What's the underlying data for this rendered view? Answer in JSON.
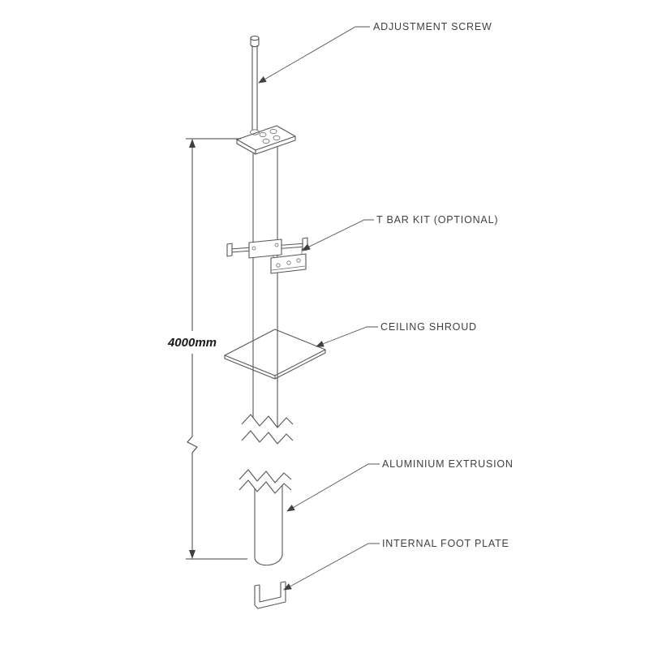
{
  "page": {
    "background": "#ffffff"
  },
  "diagram": {
    "type": "isometric-assembly-diagram",
    "subject": "ceiling-pole-assembly",
    "labels": {
      "adjustment_screw": "ADJUSTMENT SCREW",
      "t_bar_kit": "T BAR KIT (OPTIONAL)",
      "ceiling_shroud": "CEILING SHROUD",
      "aluminium_extrusion": "ALUMINIUM EXTRUSION",
      "internal_foot_plate": "INTERNAL FOOT PLATE"
    },
    "dimension": {
      "value": "4000mm"
    },
    "colors": {
      "line": "#56575b",
      "text": "#3f4043",
      "dimension_text": "#1a1a1a",
      "background": "#ffffff"
    }
  }
}
